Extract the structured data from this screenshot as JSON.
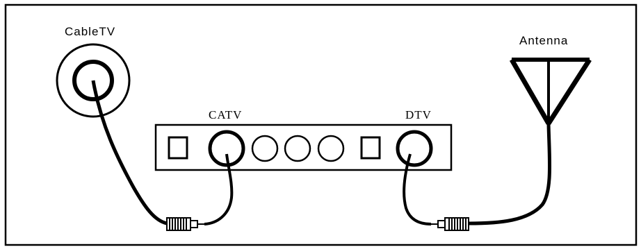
{
  "labels": {
    "cabletv": "CableTV",
    "antenna": "Antenna",
    "catv": "CATV",
    "dtv": "DTV"
  },
  "colors": {
    "line": "#000000",
    "background": "#ffffff"
  }
}
